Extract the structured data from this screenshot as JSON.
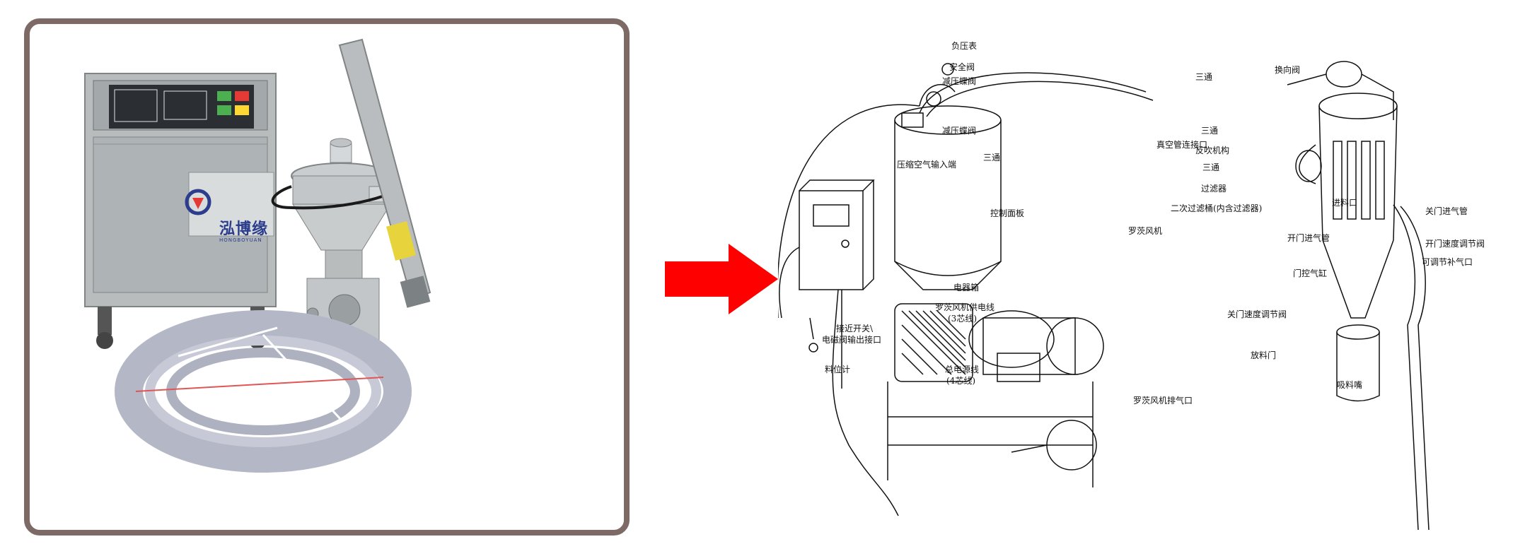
{
  "photo": {
    "brand_name": "泓博缘",
    "brand_sub": "HONGBOYUAN"
  },
  "arrow": {
    "color": "#ff0000"
  },
  "diagram": {
    "labels": {
      "vacuum_gauge": "负压表",
      "safety_valve": "安全阀",
      "pressure_relief_valve_1": "减压蝶阀",
      "pressure_relief_valve_2": "减压蝶阀",
      "tee_1": "三通",
      "compressed_air_inlet": "压缩空气输入端",
      "vacuum_pipe_port": "真空管连接口",
      "tee_top": "三通",
      "reversing_valve": "换向阀",
      "tee_2": "三通",
      "backflush": "反吹机构",
      "tee_3": "三通",
      "filter": "过滤器",
      "secondary_filter_tank": "二次过滤桶(内含过滤器)",
      "control_panel": "控制面板",
      "roots_blower": "罗茨风机",
      "feed_inlet": "进料口",
      "close_air_pipe": "关门进气管",
      "open_air_pipe": "开门进气管",
      "open_speed_valve": "开门速度调节阀",
      "adjustable_air_port": "可调节补气口",
      "door_cylinder": "门控气缸",
      "electrical_box": "电器箱",
      "blower_power_line": "罗茨风机供电线",
      "blower_power_line_sub": "(3芯线)",
      "close_speed_valve": "关门速度调节阀",
      "proximity_switch": "接近开关\\",
      "solenoid_output": "电磁阀输出接口",
      "discharge_door": "放料门",
      "level_meter": "料位计",
      "main_power_line": "总电源线",
      "main_power_line_sub": "(4芯线)",
      "suction_nozzle": "吸料嘴",
      "blower_exhaust": "罗茨风机排气口"
    }
  }
}
